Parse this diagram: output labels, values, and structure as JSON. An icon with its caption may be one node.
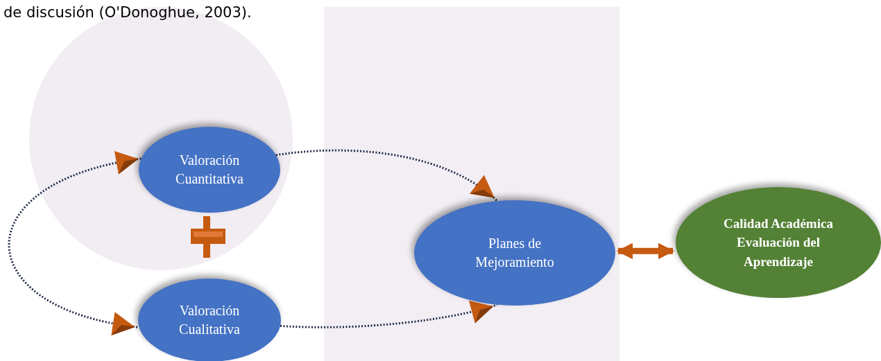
{
  "diagram": {
    "nodes": [
      {
        "text": [
          "Valoración Cuantitativa"
        ]
      },
      {
        "text": [
          "Valoración Cualitativa"
        ]
      },
      {
        "text": [
          "Planes de Mejoramiento"
        ]
      },
      {
        "text": [
          "Calidad Académica Evaluación del Aprendizaje"
        ]
      }
    ],
    "edges": [
      {
        "from": 0,
        "to": 2,
        "arrow": "to",
        "style": "dashed"
      },
      {
        "from": 1,
        "to": 2,
        "arrow": "to",
        "style": "dashed"
      },
      {
        "from": 0,
        "to": 1,
        "arrow": "both",
        "style": "dashed"
      },
      {
        "from": 2,
        "to": 3,
        "arrow": "both",
        "style": "thick",
        "color": "#c55a11"
      }
    ],
    "labels": [
      "de discusión (O'Donoghue, 2003)."
    ]
  }
}
